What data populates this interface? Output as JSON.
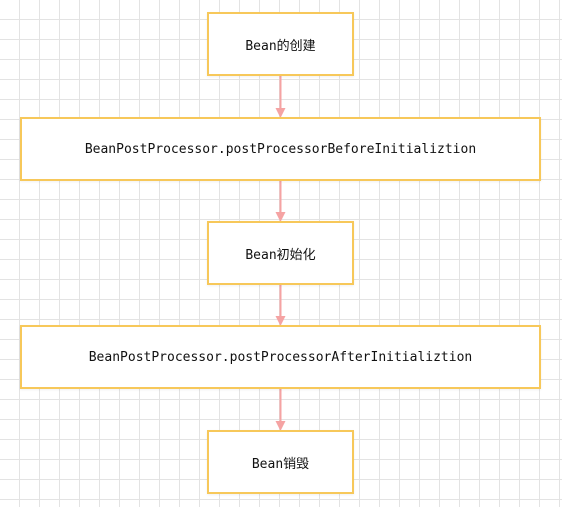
{
  "nodes": [
    {
      "id": "create",
      "label": "Bean的创建"
    },
    {
      "id": "before",
      "label": "BeanPostProcessor.postProcessorBeforeInitializtion"
    },
    {
      "id": "init",
      "label": "Bean初始化"
    },
    {
      "id": "after",
      "label": "BeanPostProcessor.postProcessorAfterInitializtion"
    },
    {
      "id": "destroy",
      "label": "Bean销毁"
    }
  ],
  "edges": [
    {
      "from": "create",
      "to": "before"
    },
    {
      "from": "before",
      "to": "init"
    },
    {
      "from": "init",
      "to": "after"
    },
    {
      "from": "after",
      "to": "destroy"
    }
  ],
  "colors": {
    "node_border": "#f7c85a",
    "arrow": "#f5a3a3",
    "grid": "#e3e3e3"
  }
}
